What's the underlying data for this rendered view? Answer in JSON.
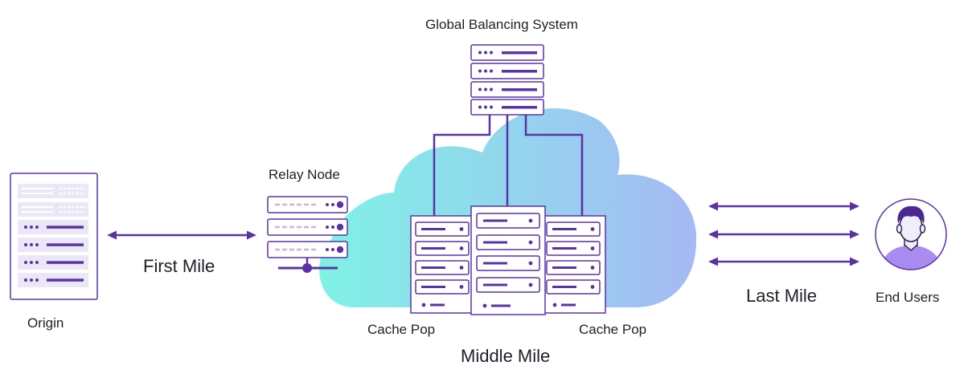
{
  "labels": {
    "global_balancing": "Global Balancing System",
    "relay_node": "Relay Node",
    "origin": "Origin",
    "first_mile": "First Mile",
    "cache_pop_left": "Cache Pop",
    "cache_pop_right": "Cache Pop",
    "middle_mile": "Middle Mile",
    "last_mile": "Last Mile",
    "end_users": "End Users"
  },
  "icons": {
    "origin": "server-rack-icon",
    "relay": "relay-node-server-icon",
    "balancer": "server-stack-icon",
    "cache_pop_left": "cache-server-icon",
    "cache_pop_center": "cache-server-icon",
    "cache_pop_right": "cache-server-icon",
    "cloud": "cloud-icon",
    "user": "user-avatar-icon"
  },
  "colors": {
    "purple": "#5b32a6",
    "light_purple": "#b9a6e6",
    "rack_fill": "#ebe7f6",
    "cloud_start": "#7ff2e6",
    "cloud_end": "#a6b9f4",
    "avatar_shirt": "#a98cf0",
    "text": "#1e1e28"
  }
}
